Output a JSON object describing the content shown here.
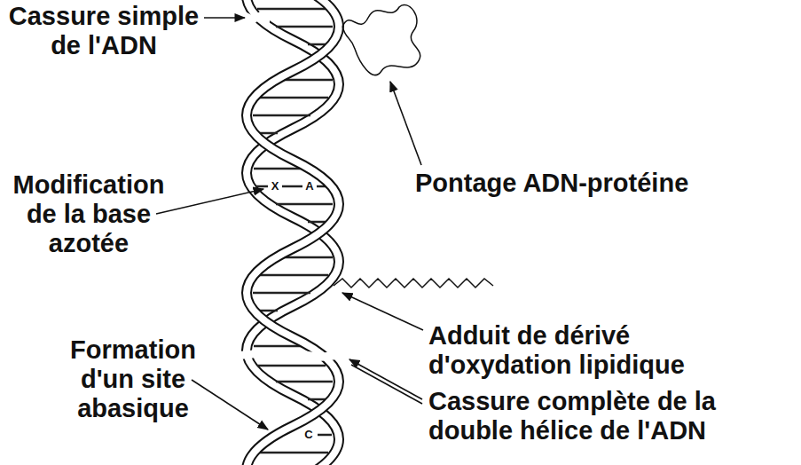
{
  "diagram": {
    "labels": [
      "Cassure simple de l'ADN",
      "Pontage ADN-protéine",
      "Modification de la base azotée",
      "Adduit de dérivé d'oxydation lipidique",
      "Formation d'un site abasique",
      "Cassure complète de la double hélice de l'ADN",
      "X",
      "A",
      "C"
    ]
  }
}
